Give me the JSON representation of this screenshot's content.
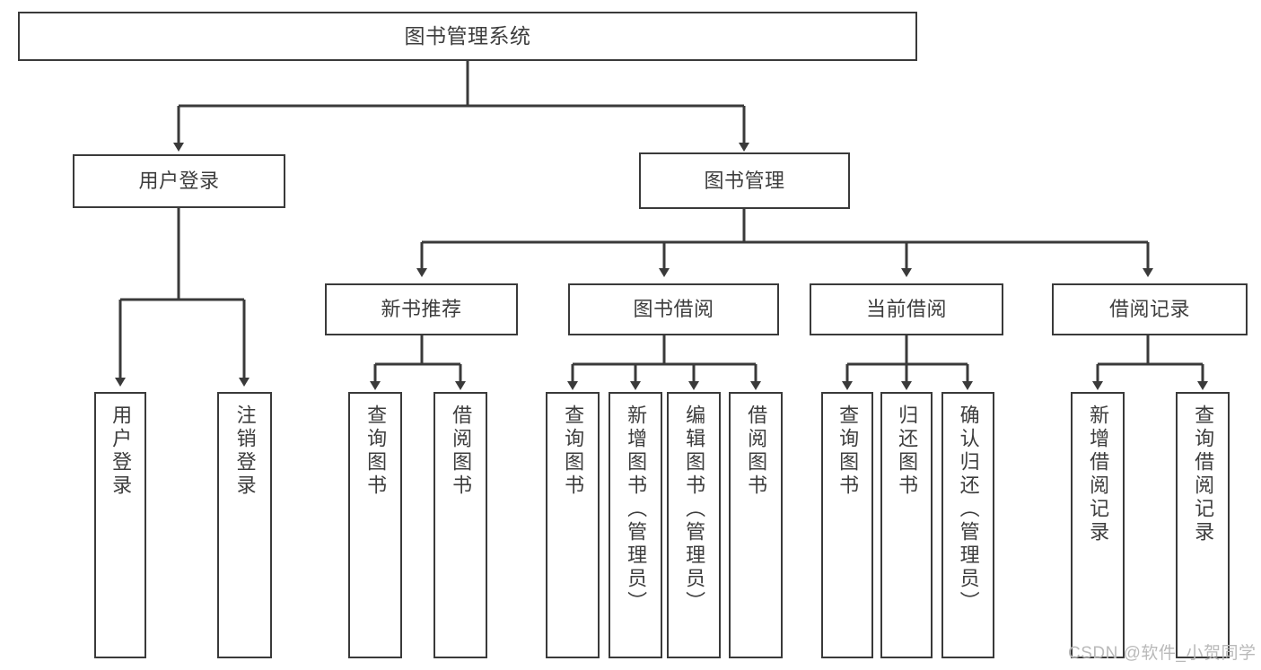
{
  "diagram": {
    "title": "图书管理系统",
    "type": "功能结构图",
    "watermark": "CSDN @软件_小贺同学",
    "stroke_color": "#3a3a3a",
    "text_color": "#3d3d3d",
    "background_color": "#ffffff"
  },
  "nodes": {
    "root": {
      "label": "图书管理系统"
    },
    "level1": [
      {
        "label": "用户登录"
      },
      {
        "label": "图书管理"
      }
    ],
    "level2": [
      {
        "label": "新书推荐"
      },
      {
        "label": "图书借阅"
      },
      {
        "label": "当前借阅"
      },
      {
        "label": "借阅记录"
      }
    ],
    "leaves_user_login": [
      {
        "label": "用户登录"
      },
      {
        "label": "注销登录"
      }
    ],
    "leaves_new_books": [
      {
        "label": "查询图书"
      },
      {
        "label": "借阅图书"
      }
    ],
    "leaves_borrow": [
      {
        "label": "查询图书"
      },
      {
        "label": "新增图书（管理员）"
      },
      {
        "label": "编辑图书（管理员）"
      },
      {
        "label": "借阅图书"
      }
    ],
    "leaves_current": [
      {
        "label": "查询图书"
      },
      {
        "label": "归还图书"
      },
      {
        "label": "确认归还（管理员）"
      }
    ],
    "leaves_records": [
      {
        "label": "新增借阅记录"
      },
      {
        "label": "查询借阅记录"
      }
    ]
  }
}
